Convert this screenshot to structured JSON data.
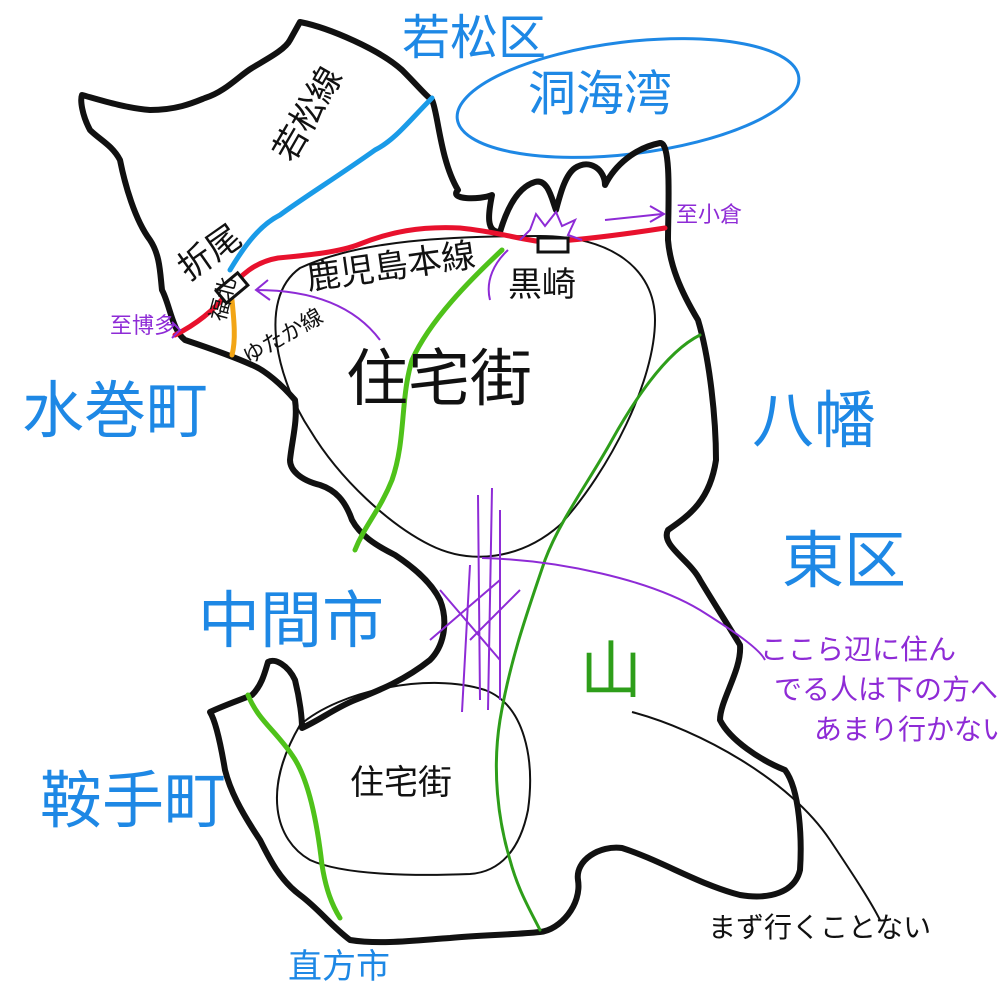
{
  "colors": {
    "boundary": "#111111",
    "label_blue": "#1e88e5",
    "annotation_purple": "#8e2bd6",
    "kagoshima_line": "#e8112d",
    "wakamatsu_line": "#1a9be8",
    "fukuhoku_line": "#f2a516",
    "road_green": "#4fc21a"
  },
  "places": {
    "wakamatsu": "若松区",
    "dokai_bay": "洞海湾",
    "mizumaki": "水巻町",
    "yahata_higashi_1": "八幡",
    "yahata_higashi_2": "東区",
    "nakama": "中間市",
    "kurate": "鞍手町",
    "nogata": "直方市"
  },
  "rail": {
    "wakamatsu_line": "若松線",
    "kagoshima_line": "鹿児島本線",
    "fukuhoku_line_1": "福北",
    "fukuhoku_line_2": "ゆたか線",
    "to_kokura": "至小倉",
    "to_hakata": "至博多"
  },
  "stations": {
    "orio": "折尾",
    "kurosaki": "黒崎"
  },
  "areas": {
    "residential_north": "住宅街",
    "residential_south": "住宅街",
    "mountain": "山"
  },
  "notes": {
    "people_here_1": "ここら辺に住ん",
    "people_here_2": "でる人は下の方へ",
    "people_here_3": "あまり行かない",
    "rarely_go": "まず行くことない"
  }
}
